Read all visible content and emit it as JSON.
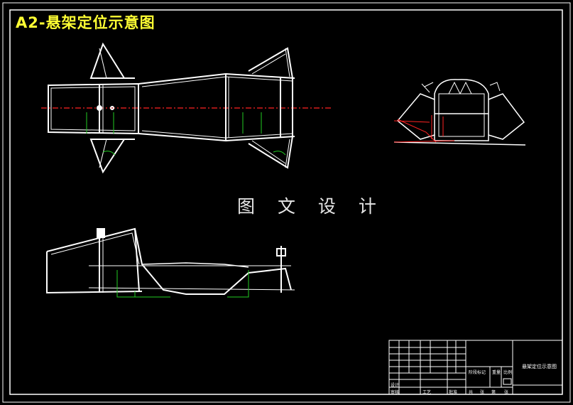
{
  "drawing": {
    "title": "A2-悬架定位示意图",
    "watermark": "图 文 设 计"
  },
  "title_block": {
    "drawing_name": "悬架定位示意图",
    "label_stage": "阶段标记",
    "label_weight": "重量",
    "label_scale": "比例",
    "label_design": "设计",
    "label_review": "审核",
    "label_process": "工艺",
    "label_approve": "批准",
    "label_sheet": "共",
    "label_page": "第",
    "label_zhang": "张"
  },
  "colors": {
    "background": "#000000",
    "line": "#ffffff",
    "title": "#ffff33",
    "centerline": "#ff2222",
    "dimension": "#22cc22"
  }
}
